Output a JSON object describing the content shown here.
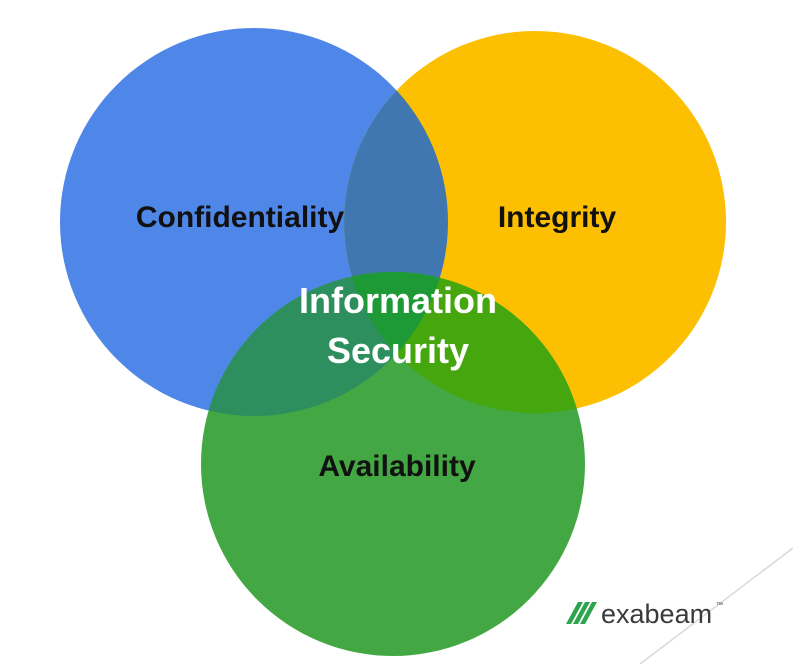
{
  "diagram": {
    "circles": {
      "confidentiality": {
        "label": "Confidentiality",
        "color": "#4f87e8"
      },
      "integrity": {
        "label": "Integrity",
        "color": "#fcbf02"
      },
      "availability": {
        "label": "Availability",
        "color": "#43a843"
      }
    },
    "overlaps": {
      "confidentiality_integrity": "#4077b0",
      "confidentiality_availability": "#2e8f5e",
      "integrity_availability": "#46a60d",
      "center": "#1d9a35"
    },
    "center_label": {
      "line1": "Information",
      "line2": "Security"
    }
  },
  "logo": {
    "name": "exabeam",
    "trademark": "™",
    "icon": "exabeam-logo-icon",
    "color": "#2ea44f"
  }
}
